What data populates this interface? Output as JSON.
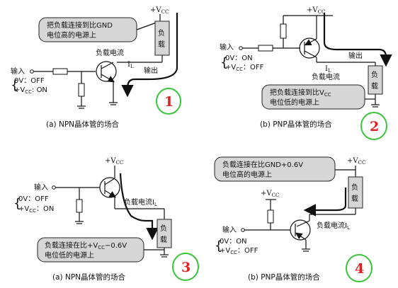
{
  "panels": [
    {
      "caption": "(a) NPN晶体管的场合",
      "note_lines": [
        "把负载连接到比GND",
        "电位高的电源上"
      ],
      "input_label": "输入",
      "input_states": [
        "0V：OFF",
        "+V",
        ": ON"
      ],
      "load_label": "负载电流",
      "il_label": "I",
      "output_label": "输出",
      "vcc_label": "+V",
      "load_text": "负载",
      "number": "1"
    },
    {
      "caption": "(b) PNP晶体管的场合",
      "note_lines": [
        "把负载连接到比V",
        "电位低的电源上"
      ],
      "input_label": "输入",
      "input_states": [
        "0V：ON",
        "+V",
        "：OFF"
      ],
      "load_label": "负载电流",
      "il_label": "I",
      "output_label": "输出",
      "vcc_label": "+V",
      "load_text": "负载",
      "number": "2"
    },
    {
      "caption": "(a) NPN晶体管的场合",
      "note_lines": [
        "负载连接在比+V",
        "电位低的电源上"
      ],
      "input_label": "输入",
      "input_states": [
        "0V：OFF",
        "+V",
        "：ON"
      ],
      "load_label": "负载电流I",
      "vcc_label": "+V",
      "load_text": "负载",
      "number": "3"
    },
    {
      "caption": "(b) PNP晶体管的场合",
      "note_lines": [
        "负载连接在比GND+0.6V",
        "电位高的电源上"
      ],
      "input_label": "输入",
      "input_states": [
        "0V：ON",
        "+V",
        "：OFF"
      ],
      "load_label": "负载电流I",
      "vcc_label": "+V",
      "load_text": "负载",
      "number": "4"
    }
  ],
  "subscripts": {
    "cc": "CC",
    "l": "L"
  },
  "note_tails": {
    "p2": "CC",
    "p3": "CC−0.6V"
  },
  "colors": {
    "note_fill": "#d6d6d6",
    "number_circle": "#3ac43a",
    "number_text": "#e02020"
  }
}
